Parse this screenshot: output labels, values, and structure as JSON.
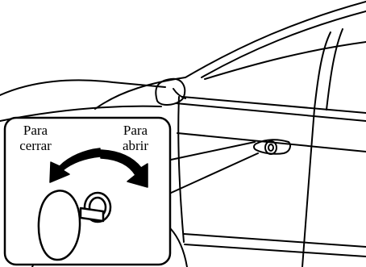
{
  "labels": {
    "close_line1": "Para",
    "close_line2": "cerrar",
    "open_line1": "Para",
    "open_line2": "abrir"
  },
  "colors": {
    "stroke": "#000000",
    "arrow_fill": "#000000",
    "background": "#ffffff"
  },
  "icons": {
    "key": "key-icon",
    "lock_direction": "curved-arrow-left-icon",
    "unlock_direction": "curved-arrow-right-icon"
  }
}
